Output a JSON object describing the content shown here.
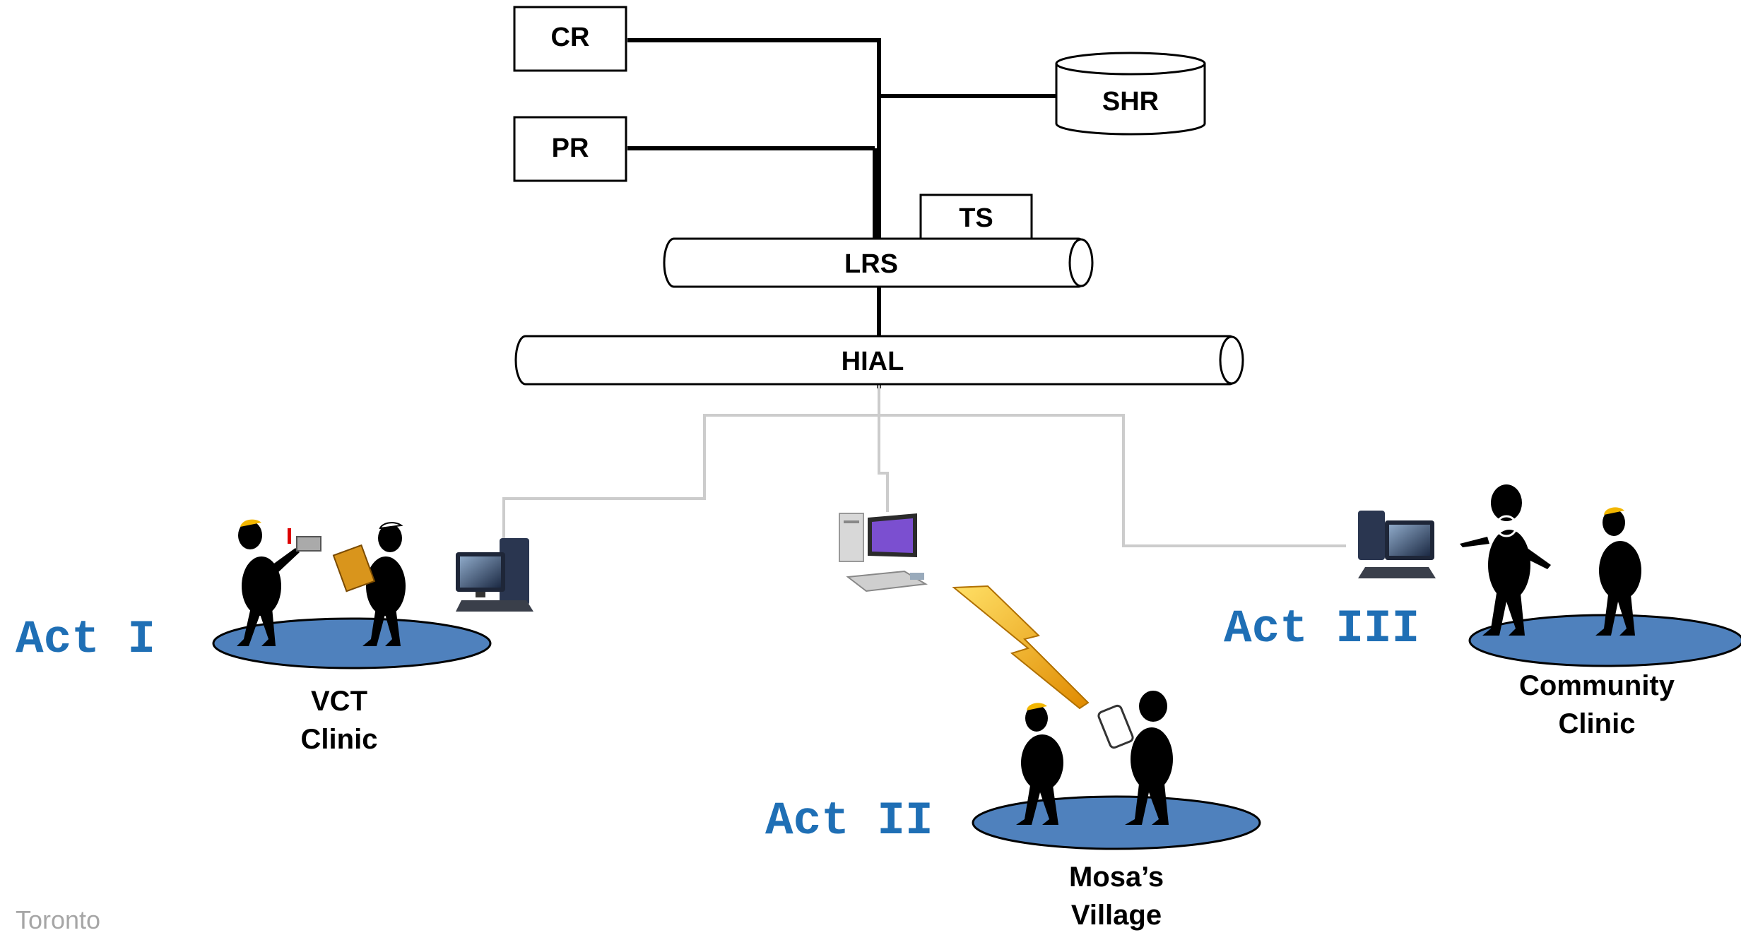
{
  "components": {
    "cr": "CR",
    "pr": "PR",
    "shr": "SHR",
    "ts": "TS",
    "lrs": "LRS",
    "hial": "HIAL"
  },
  "acts": [
    {
      "label": "Act I",
      "site_line1": "VCT",
      "site_line2": "Clinic"
    },
    {
      "label": "Act II",
      "site_line1": "Mosa’s",
      "site_line2": "Village"
    },
    {
      "label": "Act III",
      "site_line1": "Community",
      "site_line2": "Clinic"
    }
  ],
  "footer": "Toronto",
  "colors": {
    "act_text": "#1f6fb5",
    "platform_fill": "#4f81bd",
    "connector_gray": "#cccccc",
    "line_black": "#000000",
    "bolt": "#f2a900",
    "footer_text": "#a6a6a6"
  },
  "icons": [
    "desktop-computer-icon",
    "lightning-bolt-icon",
    "stick-figure-icon",
    "mobile-phone-icon",
    "clipboard-icon"
  ]
}
